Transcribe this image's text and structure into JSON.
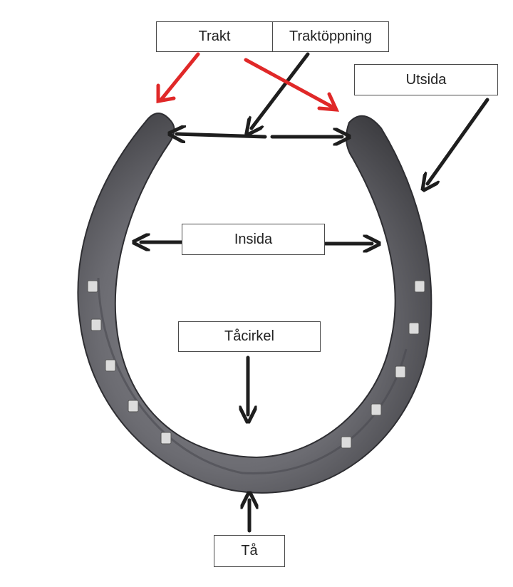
{
  "labels": {
    "trakt": "Trakt",
    "traktoppning": "Traktöppning",
    "utsida": "Utsida",
    "insida": "Insida",
    "tacirkel": "Tåcirkel",
    "ta": "Tå"
  },
  "colors": {
    "arrow_dark": "#1e1e1e",
    "arrow_red": "#e02828",
    "steel_dark": "#3e3e42",
    "steel_mid": "#6c6c72",
    "steel_light": "#8e8e94",
    "nail": "#dcdcdc"
  },
  "icons": {
    "horseshoe": "horseshoe-illustration"
  }
}
